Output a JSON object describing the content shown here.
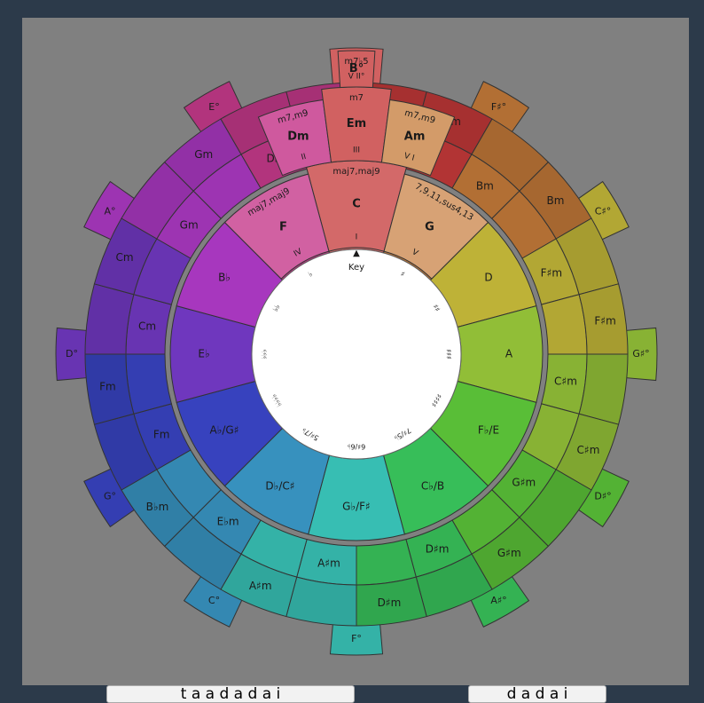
{
  "wheel": {
    "key_label": "Key",
    "key_marker": "▲",
    "colors": {
      "panel": "#808080",
      "page_bg": "#2c3a4a",
      "wheel_hue_start": "hsl 0 at C, rotating through the spectrum clockwise"
    },
    "major_keys": [
      "C",
      "G",
      "D",
      "A",
      "F♭/E",
      "C♭/B",
      "G♭/F♯",
      "D♭/C♯",
      "A♭/G♯",
      "E♭",
      "B♭",
      "F"
    ],
    "minor_pairs": [
      [
        "Em",
        "Am"
      ],
      [
        "Bm",
        "Em"
      ],
      [
        "F♯m",
        "Bm"
      ],
      [
        "C♯m",
        "F♯m"
      ],
      [
        "G♯m",
        "C♯m"
      ],
      [
        "D♯m",
        "G♯m"
      ],
      [
        "A♯m",
        "D♯m"
      ],
      [
        "E♭m",
        "A♯m"
      ],
      [
        "Fm",
        "B♭m"
      ],
      [
        "Cm",
        "Fm"
      ],
      [
        "Gm",
        "Cm"
      ],
      [
        "Dm",
        "Gm"
      ]
    ],
    "dim_tabs": [
      "B°",
      "F♯°",
      "C♯°",
      "G♯°",
      "D♯°",
      "A♯°",
      "F°",
      "C°",
      "G°",
      "D°",
      "A°",
      "E°"
    ],
    "highlighted": {
      "chord_I": {
        "name": "C",
        "extensions": "maj7,maj9",
        "numeral": "I"
      },
      "chord_V": {
        "name": "G",
        "extensions": "7,9,11,sus4,13",
        "numeral": "V"
      },
      "chord_IV": {
        "name": "F",
        "extensions": "maj7,maj9",
        "numeral": "IV"
      },
      "chord_ii": {
        "name": "Dm",
        "extensions": "m7,m9",
        "numeral": "II"
      },
      "chord_iii": {
        "name": "Em",
        "extensions": "m7",
        "numeral": "III"
      },
      "chord_vi": {
        "name": "Am",
        "extensions": "m7,m9",
        "numeral": "V I"
      },
      "chord_vii": {
        "name": "B°",
        "extensions": "m7♭5",
        "numeral": "V II°"
      }
    },
    "accidentals": [
      "♯",
      "♯♯",
      "♯♯♯",
      "♯♯♯♯",
      "7♯/5♭",
      "6♯/6♭",
      "5♯/7♭",
      "♭♭♭♭",
      "♭♭♭",
      "♭♭",
      "♭"
    ]
  },
  "buttons": {
    "left_label": "t a a d a d a i",
    "right_label": "d a d a i"
  }
}
